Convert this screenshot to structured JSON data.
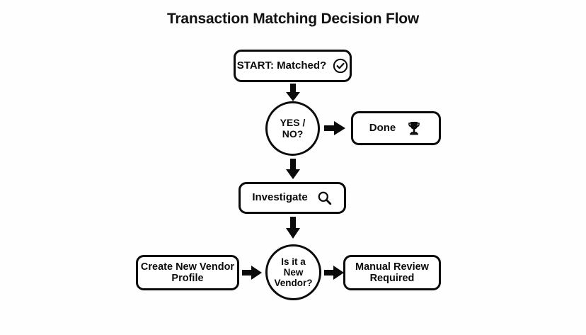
{
  "diagram": {
    "title": "Transaction Matching Decision Flow",
    "background_color": "#fefefe",
    "stroke_color": "#0b0b0b",
    "text_color": "#111111",
    "type": "flowchart",
    "nodes": [
      {
        "id": "start",
        "label": "START: Matched?",
        "shape": "rounded-rect",
        "icon": "check-circle-icon"
      },
      {
        "id": "decision-matched",
        "label": "YES /\nNO?",
        "shape": "circle",
        "icon": null
      },
      {
        "id": "done",
        "label": "Done",
        "shape": "rounded-rect",
        "icon": "trophy-icon"
      },
      {
        "id": "investigate",
        "label": "Investigate",
        "shape": "rounded-rect",
        "icon": "magnifier-icon"
      },
      {
        "id": "create-vendor",
        "label": "Create New Vendor\nProfile",
        "shape": "rounded-rect",
        "icon": null
      },
      {
        "id": "decision-vendor",
        "label": "Is it a\nNew\nVendor?",
        "shape": "circle",
        "icon": null
      },
      {
        "id": "manual-review",
        "label": "Manual Review\nRequired",
        "shape": "rounded-rect",
        "icon": null
      }
    ],
    "edges": [
      {
        "id": "start-to-decision",
        "from": "start",
        "to": "decision-matched",
        "direction": "down",
        "label": ""
      },
      {
        "id": "decision-to-done",
        "from": "decision-matched",
        "to": "done",
        "direction": "right",
        "label": ""
      },
      {
        "id": "decision-to-investigate",
        "from": "decision-matched",
        "to": "investigate",
        "direction": "down",
        "label": ""
      },
      {
        "id": "investigate-to-vendor",
        "from": "investigate",
        "to": "decision-vendor",
        "direction": "down",
        "label": ""
      },
      {
        "id": "create-vendor-to-decision",
        "from": "create-vendor",
        "to": "decision-vendor",
        "direction": "right",
        "label": ""
      },
      {
        "id": "vendor-to-manual-review",
        "from": "decision-vendor",
        "to": "manual-review",
        "direction": "right",
        "label": ""
      }
    ]
  }
}
